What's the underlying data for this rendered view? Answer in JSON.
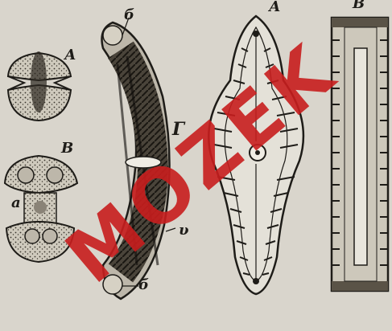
{
  "labels": {
    "fig_a_left": "А",
    "fig_b_left": "В",
    "fig_a_small": "а",
    "fig_b_top": "б",
    "fig_b_bottom": "б",
    "fig_g": "Г",
    "fig_v": "υ",
    "fig_a_diatom": "А",
    "fig_b_diatom": "В"
  },
  "watermark": {
    "text": "MOZEK",
    "color": "#c81e1e"
  },
  "colors": {
    "paper": "#d9d5cc",
    "ink": "#1e1c18"
  }
}
